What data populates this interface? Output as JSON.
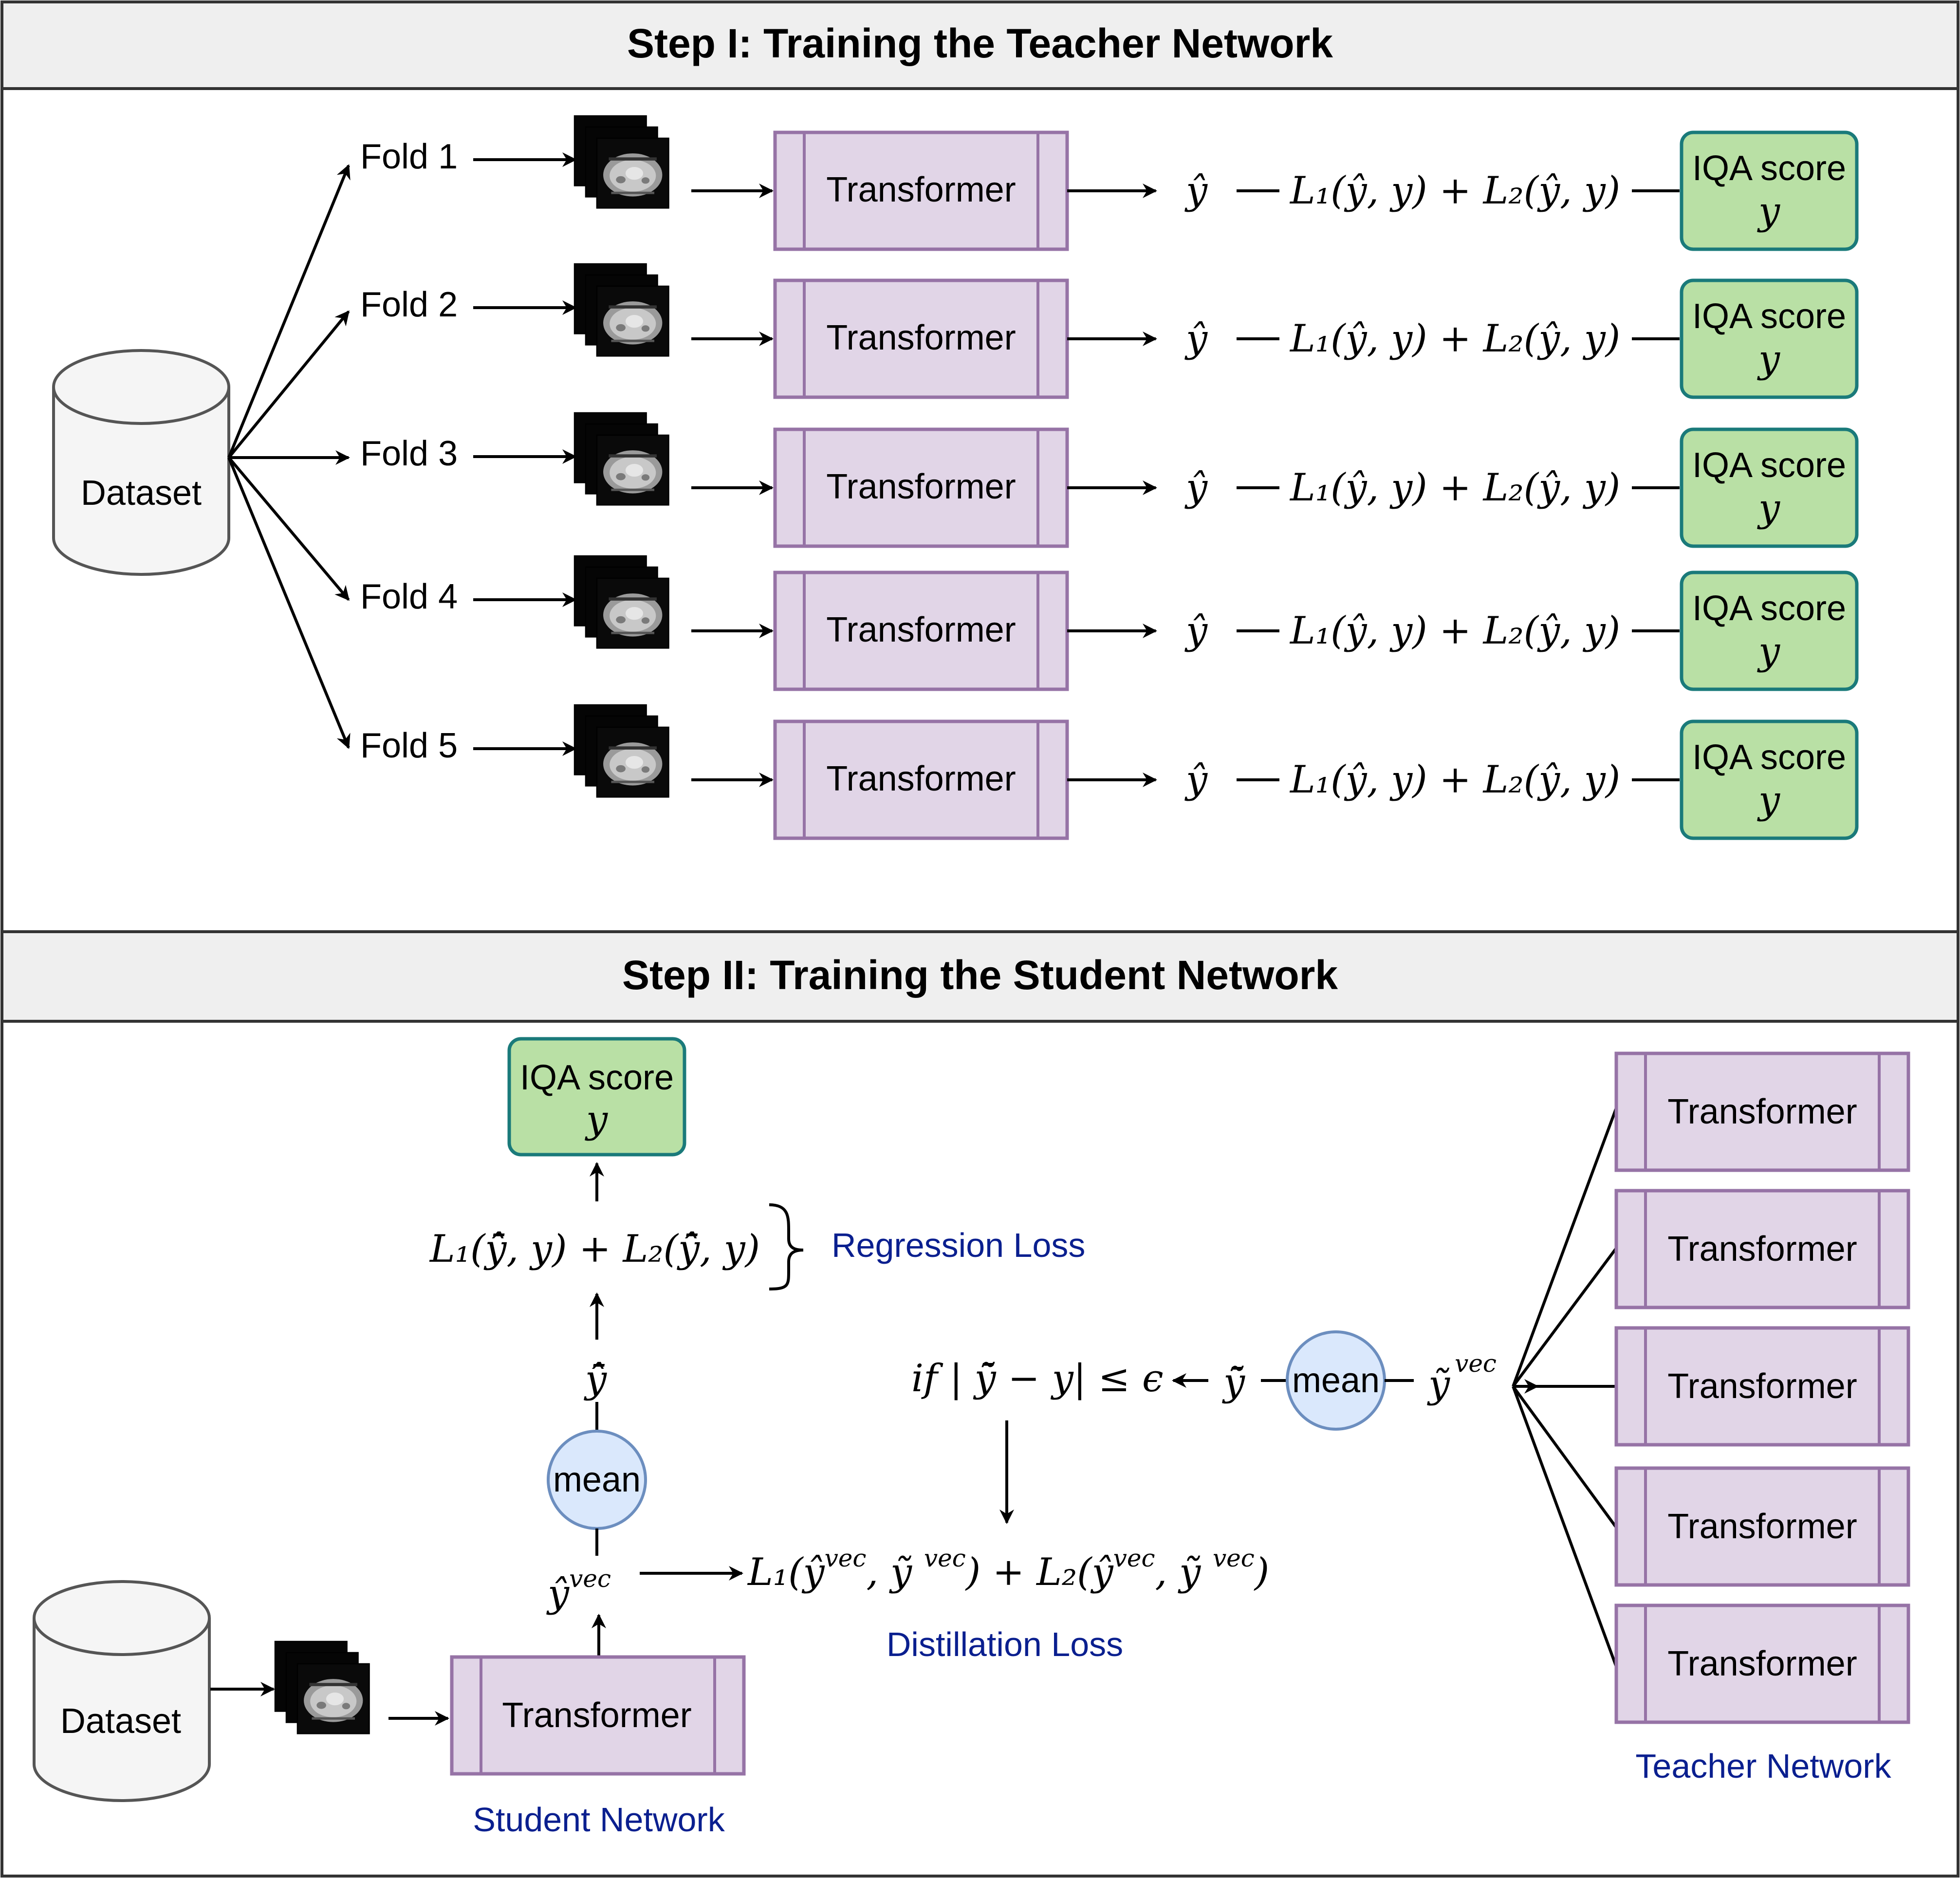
{
  "step1": {
    "title": "Step I:  Training the Teacher Network",
    "dataset_label": "Dataset",
    "transformer_label": "Transformer",
    "y_hat": "ŷ",
    "loss_formula": "L₁(ŷ, y) + L₂(ŷ, y)",
    "iqa_title": "IQA score",
    "iqa_var": "y",
    "folds": [
      "Fold 1",
      "Fold 2",
      "Fold 3",
      "Fold 4",
      "Fold 5"
    ]
  },
  "step2": {
    "title": "Step II: Training the Student Network",
    "dataset_label": "Dataset",
    "student_transformer_label": "Transformer",
    "student_network_label": "Student Network",
    "teacher_network_label": "Teacher Network",
    "teacher_transformer_labels": [
      "Transformer",
      "Transformer",
      "Transformer",
      "Transformer",
      "Transformer"
    ],
    "mean_label": "mean",
    "iqa_title": "IQA score",
    "iqa_var": "y",
    "regression_formula": "L₁(ȳ̂, y) + L₂(ȳ̂, y)",
    "regression_loss_label": "Regression Loss",
    "y_hat_bar": "ȳ̂",
    "y_hat_vec": "ŷ",
    "vec_superscript": "vec",
    "distillation_formula_main": "L₁(ŷ",
    "distillation_loss_label": "Distillation Loss",
    "condition_text": "if | ȳ̃ − y| ≤ ϵ",
    "y_tilde_bar": "ȳ̃",
    "y_tilde_vec": "ỹ"
  }
}
